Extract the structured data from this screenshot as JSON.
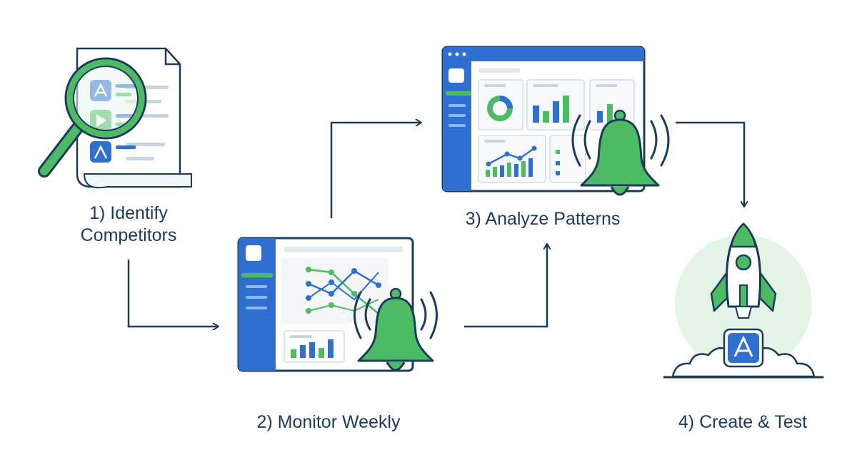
{
  "steps": [
    {
      "label_line1": "1) Identify",
      "label_line2": "Competitors"
    },
    {
      "label": "2) Monitor Weekly"
    },
    {
      "label": "3) Analyze Patterns"
    },
    {
      "label": "4) Create & Test"
    }
  ],
  "icons": {
    "step1": [
      "document-icon",
      "magnifying-glass-icon",
      "app-store-icon",
      "play-store-icon",
      "app-icon"
    ],
    "step2": [
      "dashboard-window-icon",
      "line-chart-icon",
      "bar-chart-icon",
      "bell-icon"
    ],
    "step3": [
      "dashboard-window-icon",
      "donut-chart-icon",
      "bar-chart-icon",
      "line-chart-icon",
      "bell-icon"
    ],
    "step4": [
      "rocket-icon",
      "app-store-icon",
      "cloud-icon"
    ]
  },
  "colors": {
    "navy": "#1b3a5c",
    "blue": "#2f6fd0",
    "green": "#4cbb63",
    "light_green": "#e4f5e8",
    "light_gray": "#eef1f5"
  }
}
